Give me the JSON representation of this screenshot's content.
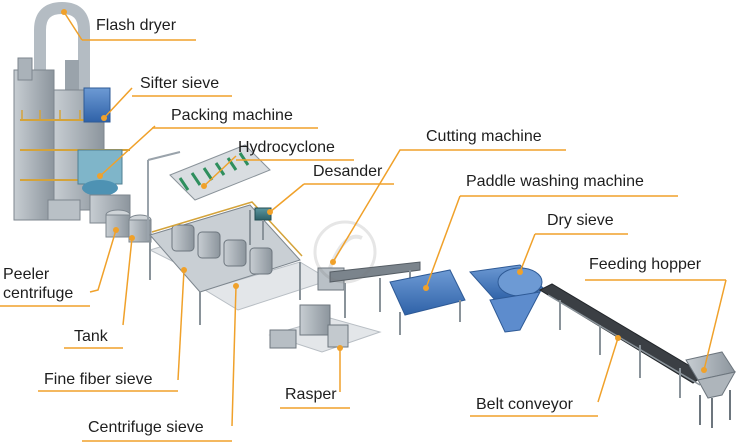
{
  "labels": {
    "flash_dryer": "Flash dryer",
    "sifter_sieve": "Sifter sieve",
    "packing_machine": "Packing machine",
    "hydrocyclone": "Hydrocyclone",
    "desander": "Desander",
    "cutting_machine": "Cutting machine",
    "paddle_washing_machine": "Paddle washing machine",
    "dry_sieve": "Dry sieve",
    "feeding_hopper": "Feeding hopper",
    "peeler_centrifuge_line1": "Peeler",
    "peeler_centrifuge_line2": "centrifuge",
    "tank": "Tank",
    "fine_fiber_sieve": "Fine fiber sieve",
    "centrifuge_sieve": "Centrifuge sieve",
    "rasper": "Rasper",
    "belt_conveyor": "Belt conveyor"
  },
  "colors": {
    "leader_line": "#f0a12a",
    "underline": "#f0a12a",
    "label_text": "#1e1e1e",
    "machine_gray": "#9aa3ab",
    "machine_blue": "#4a7fc4",
    "machine_teal": "#3e7f86"
  }
}
